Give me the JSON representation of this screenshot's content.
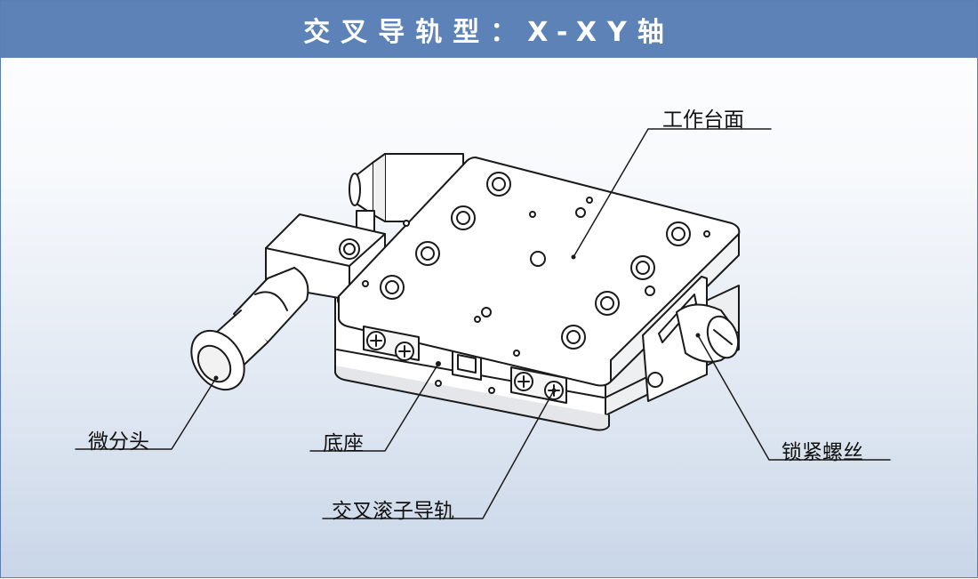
{
  "header": {
    "title": "交叉导轨型：X-XY轴"
  },
  "labels": {
    "table_top": "工作台面",
    "micrometer": "微分头",
    "base": "底座",
    "cross_roller_guide": "交叉滚子导轨",
    "lock_screw": "锁紧螺丝"
  },
  "colors": {
    "header": "#5c82b8",
    "line": "#1a1a1a",
    "metal": "#ffffff",
    "shade": "#e9eaec"
  }
}
